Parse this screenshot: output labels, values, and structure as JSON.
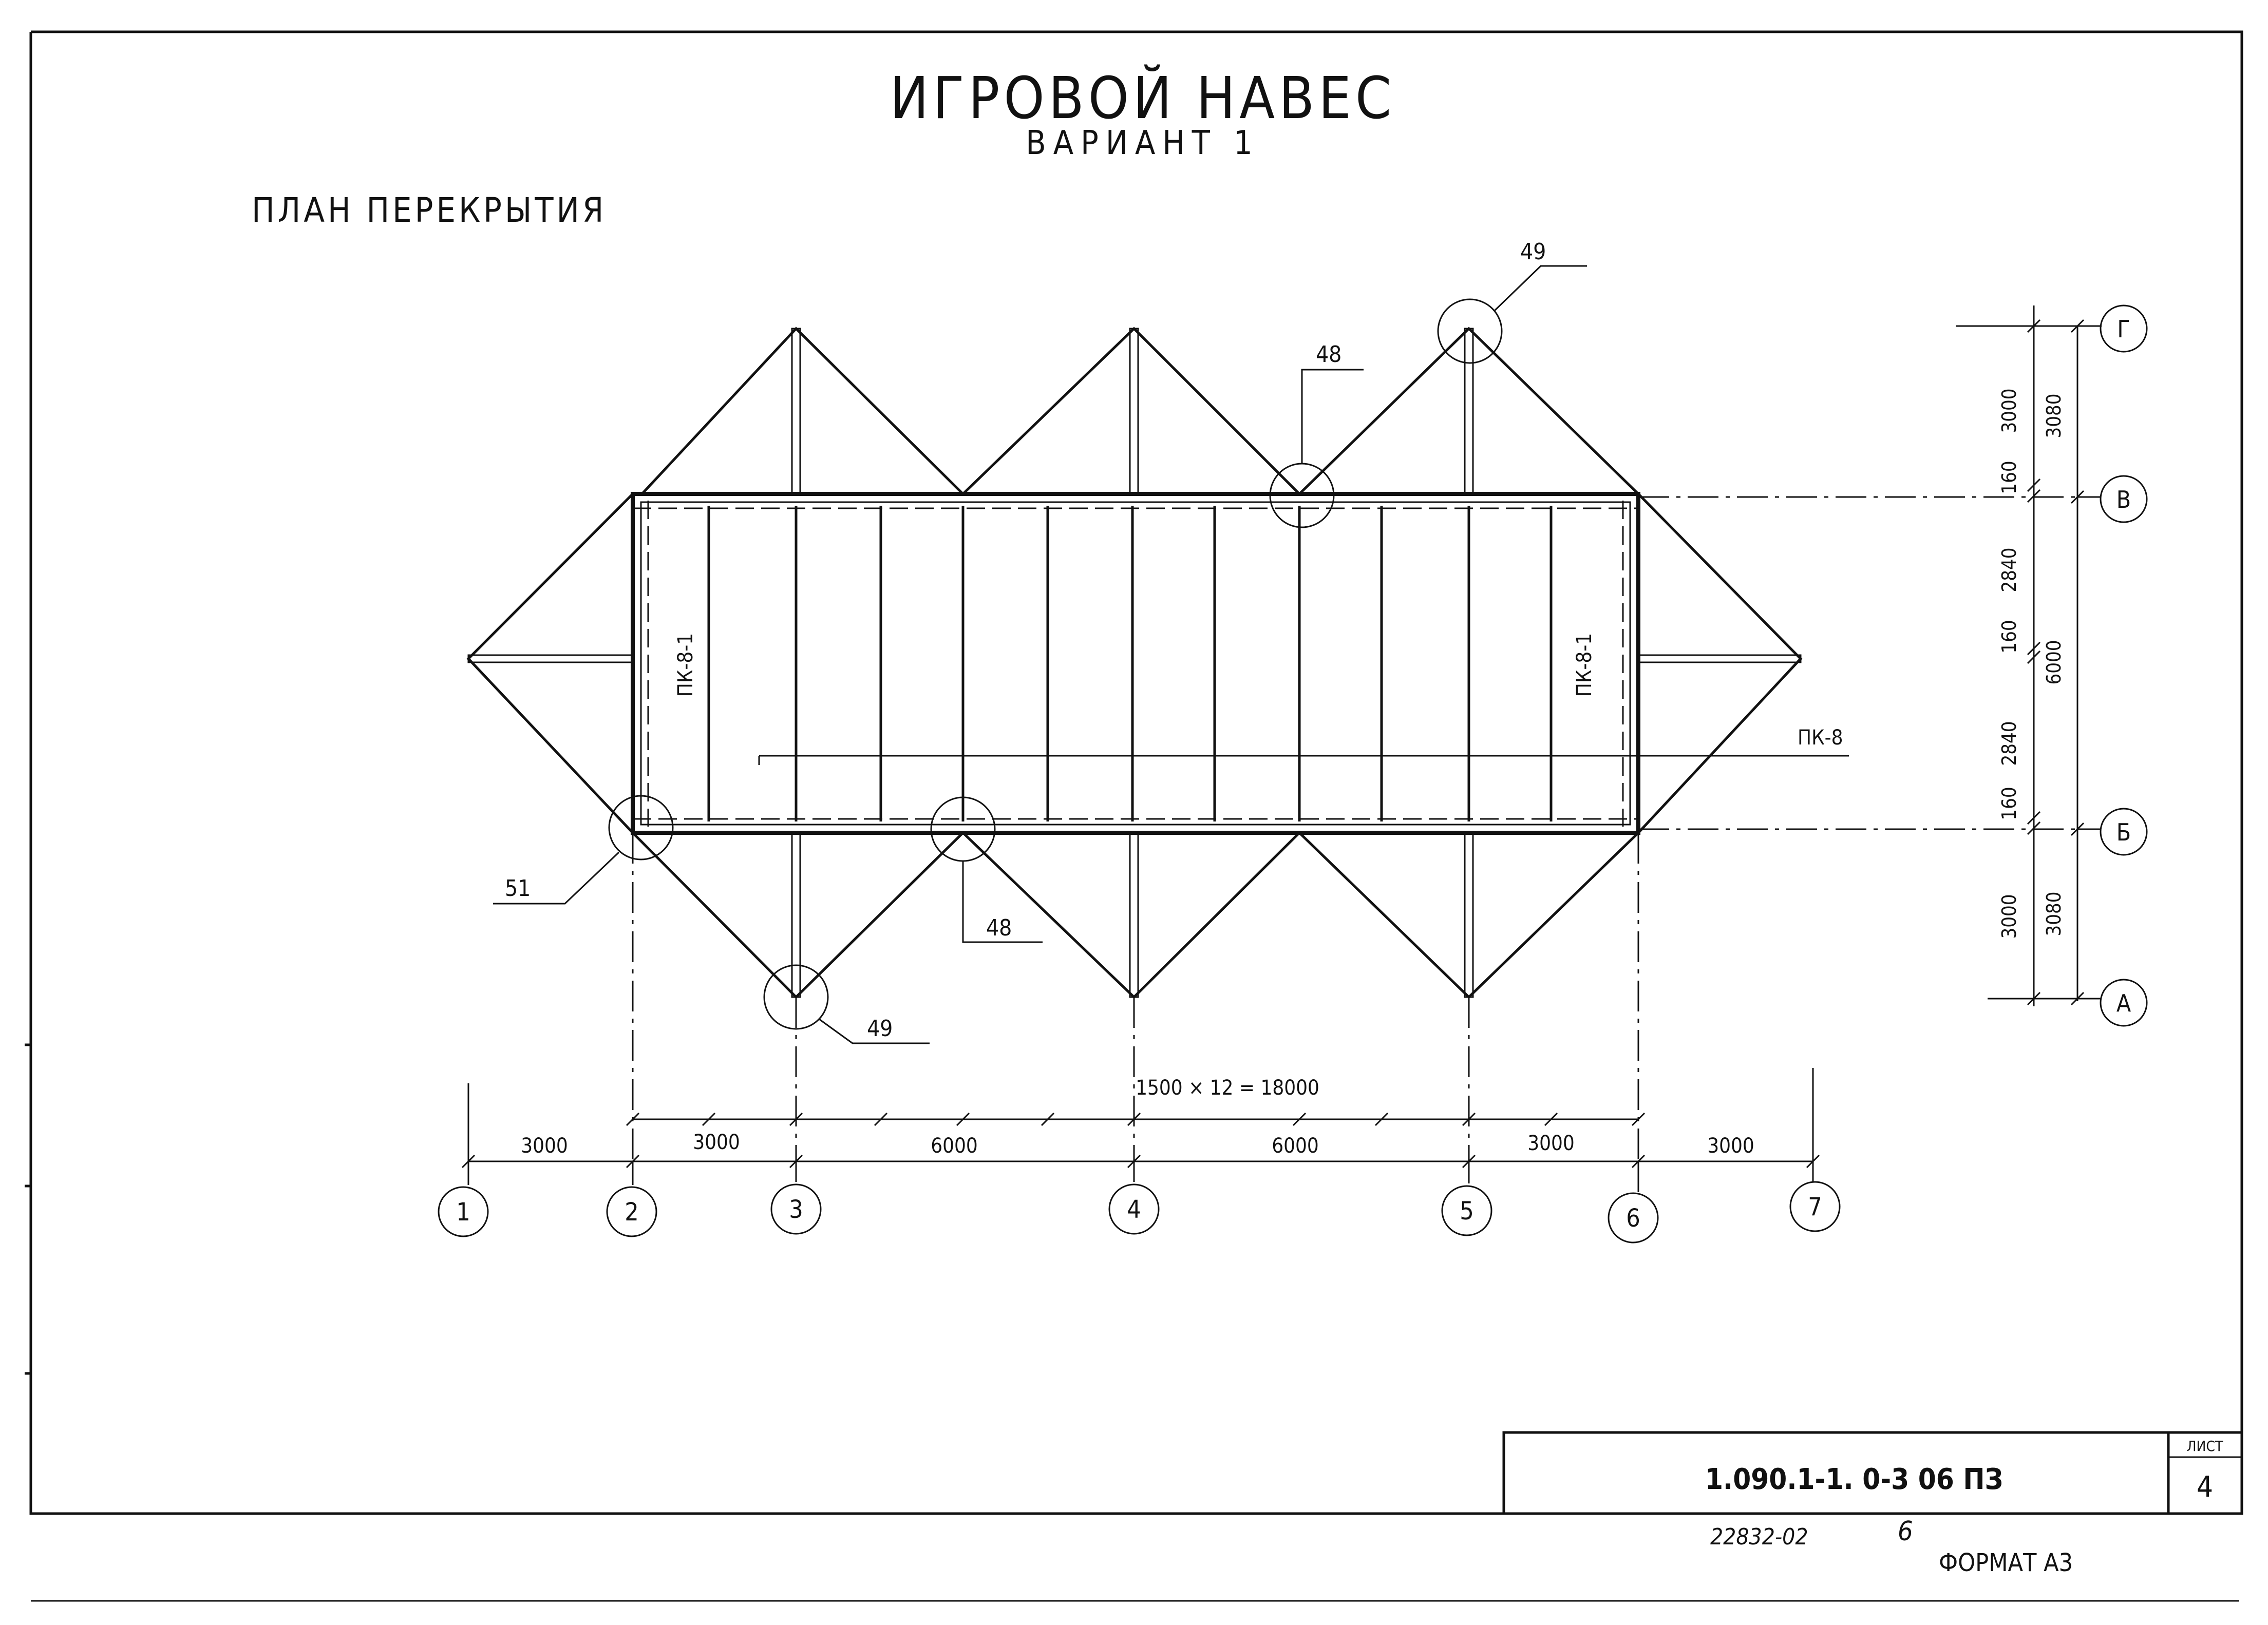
{
  "title": {
    "main": "ИГРОВОЙ НАВЕС",
    "variant": "ВАРИАНТ 1"
  },
  "subtitle": "ПЛАН ПЕРЕКРЫТИЯ",
  "axes": {
    "numeric": [
      "1",
      "2",
      "3",
      "4",
      "5",
      "6",
      "7"
    ],
    "letters": [
      "Г",
      "В",
      "Б",
      "А"
    ]
  },
  "dimensions": {
    "bottom_upper_chain": "1500 × 12 = 18000",
    "bottom_lower_chain": [
      "3000",
      "3000",
      "6000",
      "6000",
      "3000",
      "3000"
    ],
    "right_inner_chain": [
      "3000",
      "160",
      "2840",
      "160",
      "2840",
      "160",
      "3000"
    ],
    "right_outer_chain": [
      "3080",
      "6000",
      "3080"
    ]
  },
  "marks": {
    "left_truss": "ПК-8-1",
    "right_truss": "ПК-8-1",
    "center_truss": "ПК-8"
  },
  "callouts": {
    "node_49_top": "49",
    "node_48_top": "48",
    "node_51": "51",
    "node_48_bottom": "48",
    "node_49_bottom": "49"
  },
  "stamp": {
    "code": "1.090.1-1. 0-3 06 ПЗ",
    "sheet_label": "ЛИСТ",
    "sheet_number": "4"
  },
  "footer": {
    "inventory": "22832-02",
    "copy_number": "6",
    "format": "ФОРМАТ А3"
  }
}
